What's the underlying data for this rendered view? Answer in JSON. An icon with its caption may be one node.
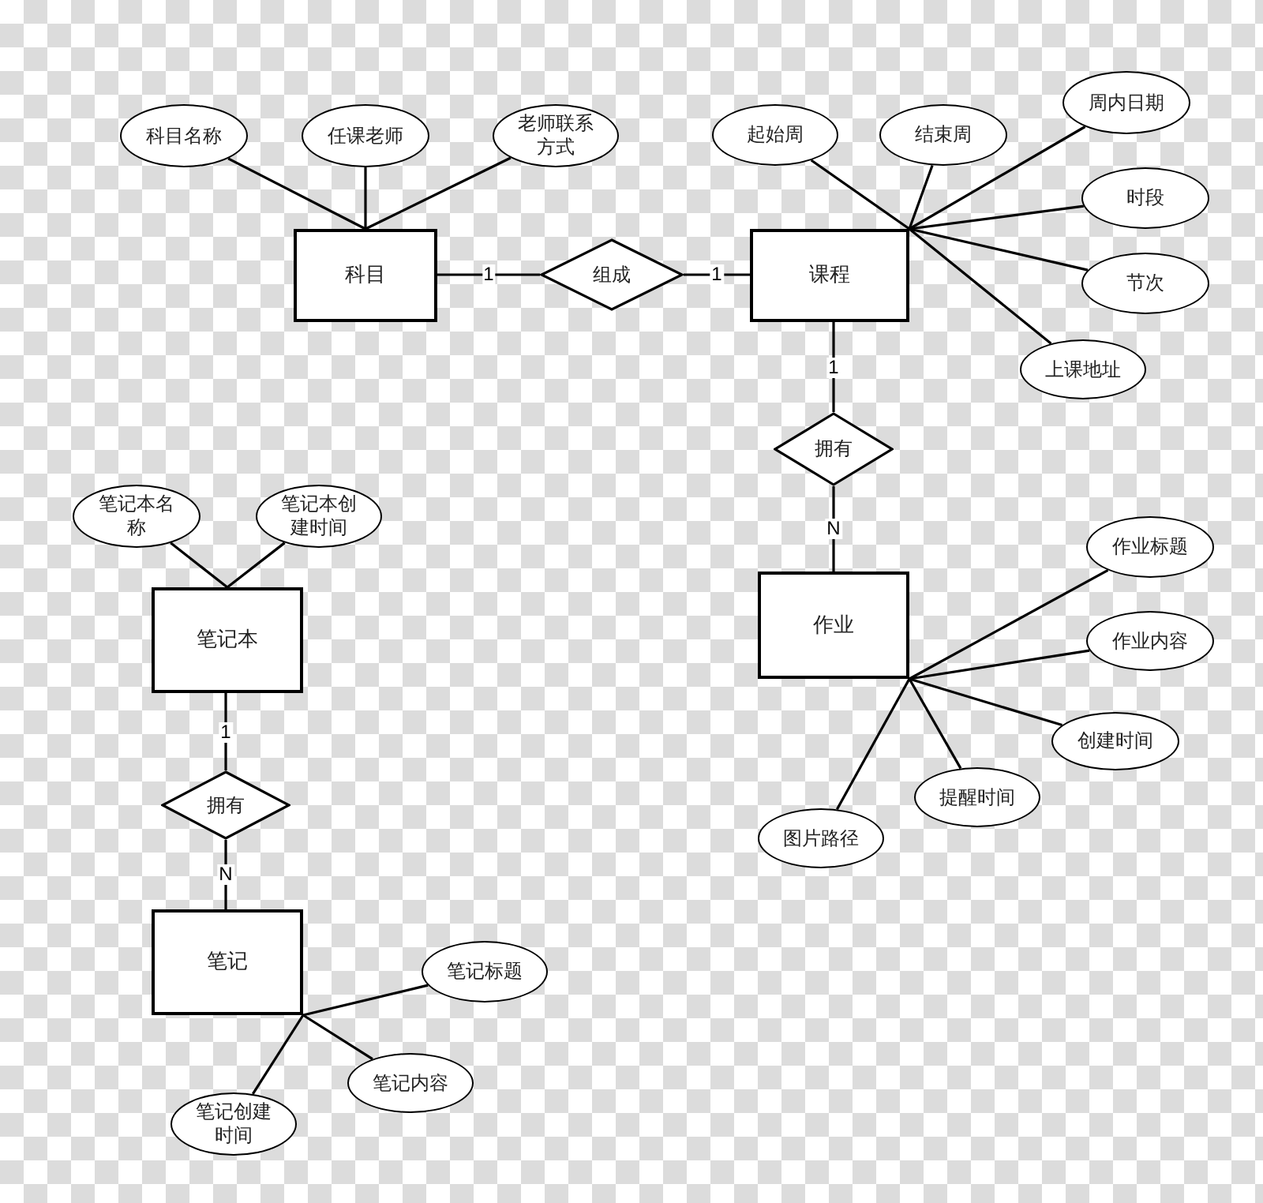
{
  "diagram": {
    "nodes": [
      {
        "text": [
          "科目名称"
        ]
      },
      {
        "text": [
          "任课老师"
        ]
      },
      {
        "text": [
          "老师联系方式"
        ]
      },
      {
        "text": [
          "起始周"
        ]
      },
      {
        "text": [
          "结束周"
        ]
      },
      {
        "text": [
          "周内日期"
        ]
      },
      {
        "text": [
          "科目"
        ]
      },
      {
        "text": [
          "组成"
        ]
      },
      {
        "text": [
          "课程"
        ]
      },
      {
        "text": [
          "时段"
        ]
      },
      {
        "text": [
          "节次"
        ]
      },
      {
        "text": [
          "上课地址"
        ]
      },
      {
        "text": [
          "拥有"
        ]
      },
      {
        "text": [
          "笔记本名称"
        ]
      },
      {
        "text": [
          "笔记本创建时间"
        ]
      },
      {
        "text": [
          "作业标题"
        ]
      },
      {
        "text": [
          "作业"
        ]
      },
      {
        "text": [
          "作业内容"
        ]
      },
      {
        "text": [
          "笔记本"
        ]
      },
      {
        "text": [
          "创建时间"
        ]
      },
      {
        "text": [
          "拥有"
        ]
      },
      {
        "text": [
          "提醒时间"
        ]
      },
      {
        "text": [
          "图片路径"
        ]
      },
      {
        "text": [
          "笔记"
        ]
      },
      {
        "text": [
          "笔记标题"
        ]
      },
      {
        "text": [
          "笔记内容"
        ]
      },
      {
        "text": [
          "笔记创建时间"
        ]
      }
    ],
    "edges": [
      {
        "from": 6,
        "to": 0,
        "arrow": "none"
      },
      {
        "from": 6,
        "to": 1,
        "arrow": "none"
      },
      {
        "from": 6,
        "to": 2,
        "arrow": "none"
      },
      {
        "from": 6,
        "to": 7,
        "arrow": "none",
        "label": "1"
      },
      {
        "from": 7,
        "to": 8,
        "arrow": "none",
        "label": "1"
      },
      {
        "from": 8,
        "to": 3,
        "arrow": "none"
      },
      {
        "from": 8,
        "to": 4,
        "arrow": "none"
      },
      {
        "from": 8,
        "to": 5,
        "arrow": "none"
      },
      {
        "from": 8,
        "to": 9,
        "arrow": "none"
      },
      {
        "from": 8,
        "to": 10,
        "arrow": "none"
      },
      {
        "from": 8,
        "to": 11,
        "arrow": "none"
      },
      {
        "from": 8,
        "to": 12,
        "arrow": "none",
        "label": "1"
      },
      {
        "from": 12,
        "to": 16,
        "arrow": "none",
        "label": "N"
      },
      {
        "from": 16,
        "to": 15,
        "arrow": "none"
      },
      {
        "from": 16,
        "to": 17,
        "arrow": "none"
      },
      {
        "from": 16,
        "to": 19,
        "arrow": "none"
      },
      {
        "from": 16,
        "to": 21,
        "arrow": "none"
      },
      {
        "from": 16,
        "to": 22,
        "arrow": "none"
      },
      {
        "from": 18,
        "to": 13,
        "arrow": "none"
      },
      {
        "from": 18,
        "to": 14,
        "arrow": "none"
      },
      {
        "from": 18,
        "to": 20,
        "arrow": "none",
        "label": "1"
      },
      {
        "from": 20,
        "to": 23,
        "arrow": "none",
        "label": "N"
      },
      {
        "from": 23,
        "to": 24,
        "arrow": "none"
      },
      {
        "from": 23,
        "to": 25,
        "arrow": "none"
      },
      {
        "from": 23,
        "to": 26,
        "arrow": "none"
      }
    ]
  }
}
